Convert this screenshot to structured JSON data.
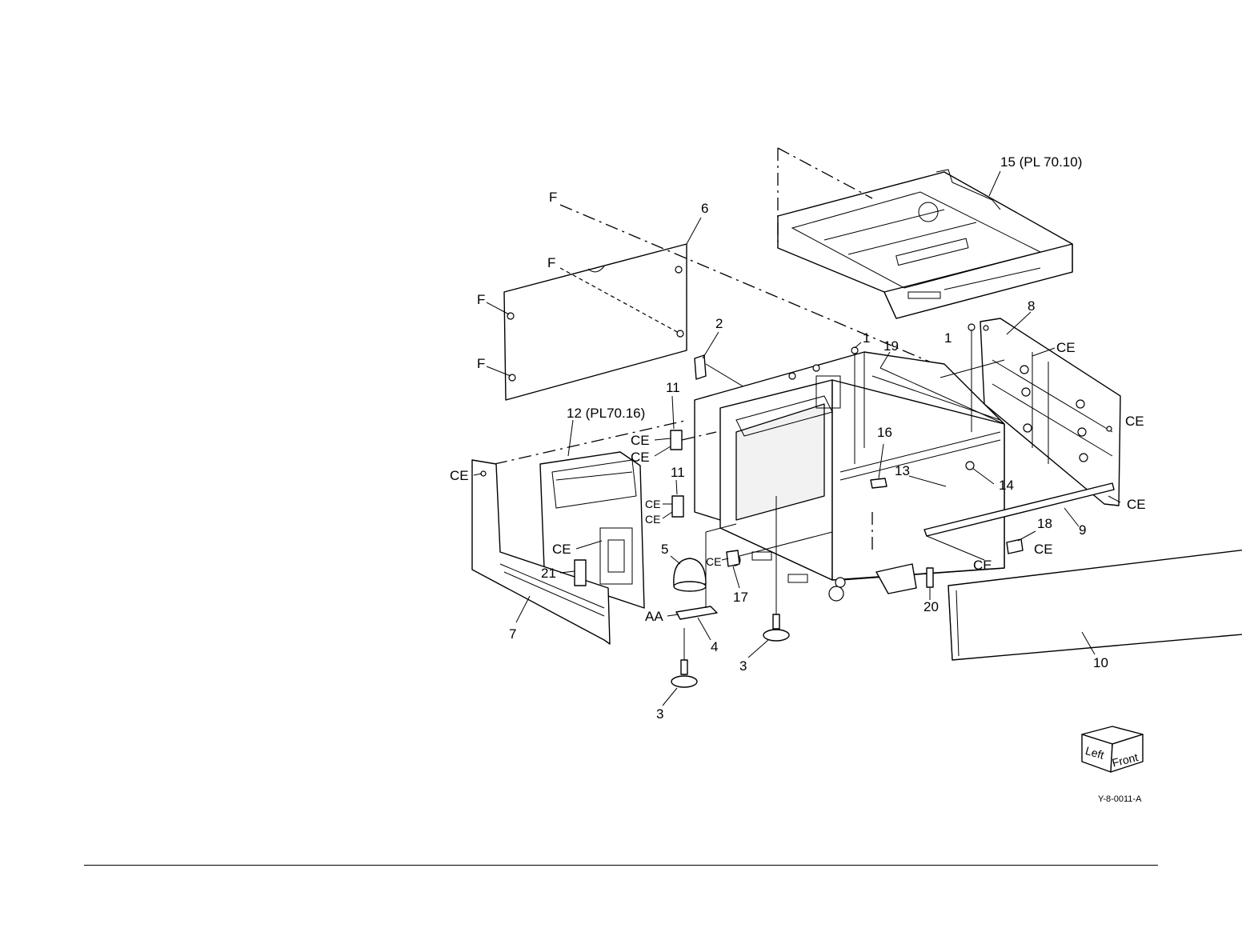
{
  "diagram": {
    "image_id": "Y-8-0011-A",
    "orientation_cube": {
      "left_face": "Left",
      "front_face": "Front"
    },
    "callouts": [
      {
        "id": "c15",
        "text": "15 (PL 70.10)"
      },
      {
        "id": "c6",
        "text": "6"
      },
      {
        "id": "cF1",
        "text": "F"
      },
      {
        "id": "cF2",
        "text": "F"
      },
      {
        "id": "cF3",
        "text": "F"
      },
      {
        "id": "cF4",
        "text": "F"
      },
      {
        "id": "c2",
        "text": "2"
      },
      {
        "id": "c1a",
        "text": "1"
      },
      {
        "id": "c19",
        "text": "19"
      },
      {
        "id": "c1b",
        "text": "1"
      },
      {
        "id": "c8",
        "text": "8"
      },
      {
        "id": "cCE1",
        "text": "CE"
      },
      {
        "id": "cCE2",
        "text": "CE"
      },
      {
        "id": "c11a",
        "text": "11"
      },
      {
        "id": "c12",
        "text": "12 (PL70.16)"
      },
      {
        "id": "cCE3",
        "text": "CE"
      },
      {
        "id": "cCE4",
        "text": "CE"
      },
      {
        "id": "cCE5",
        "text": "CE"
      },
      {
        "id": "c11b",
        "text": "11"
      },
      {
        "id": "cCE6",
        "text": "CE"
      },
      {
        "id": "cCE7",
        "text": "CE"
      },
      {
        "id": "c16",
        "text": "16"
      },
      {
        "id": "c13",
        "text": "13"
      },
      {
        "id": "c14",
        "text": "14"
      },
      {
        "id": "cCE8",
        "text": "CE"
      },
      {
        "id": "c9",
        "text": "9"
      },
      {
        "id": "c18",
        "text": "18"
      },
      {
        "id": "cCE9",
        "text": "CE"
      },
      {
        "id": "cCE10",
        "text": "CE"
      },
      {
        "id": "cCE11",
        "text": "CE"
      },
      {
        "id": "c5",
        "text": "5"
      },
      {
        "id": "cCE12",
        "text": "CE"
      },
      {
        "id": "c21",
        "text": "21"
      },
      {
        "id": "cAA",
        "text": "AA"
      },
      {
        "id": "c4",
        "text": "4"
      },
      {
        "id": "c17",
        "text": "17"
      },
      {
        "id": "c20",
        "text": "20"
      },
      {
        "id": "c7",
        "text": "7"
      },
      {
        "id": "c3a",
        "text": "3"
      },
      {
        "id": "c3b",
        "text": "3"
      },
      {
        "id": "c10",
        "text": "10"
      }
    ]
  }
}
